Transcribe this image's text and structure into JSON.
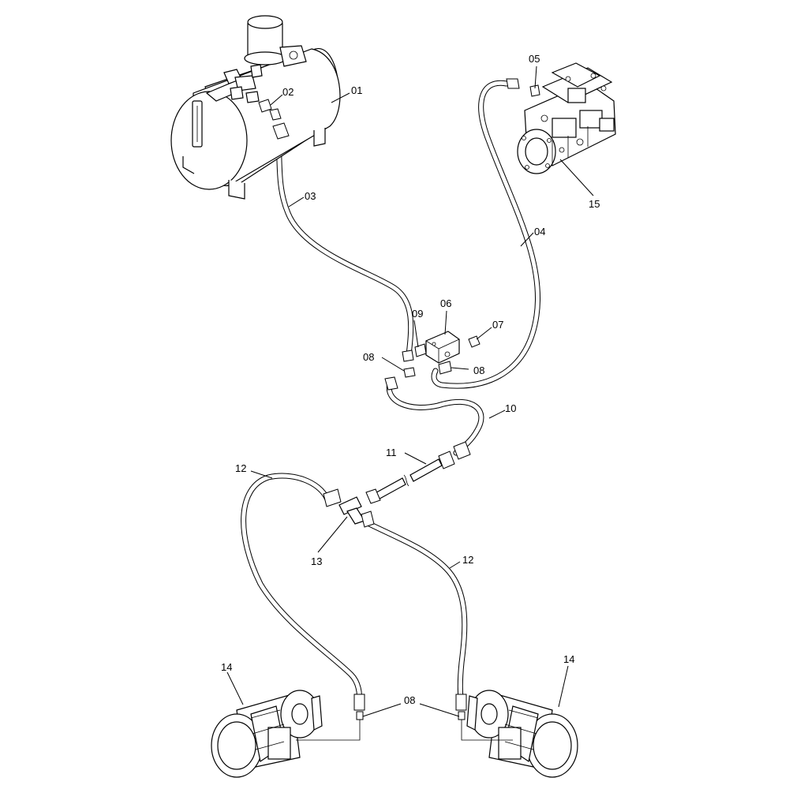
{
  "diagram": {
    "part_labels": {
      "p01": "01",
      "p02": "02",
      "p03": "03",
      "p04": "04",
      "p05": "05",
      "p06": "06",
      "p07": "07",
      "p08_left": "08",
      "p08_right": "08",
      "p08_bottom": "08",
      "p09": "09",
      "p10": "10",
      "p11": "11",
      "p12_left": "12",
      "p12_right": "12",
      "p13": "13",
      "p14_left": "14",
      "p14_right": "14",
      "p15": "15"
    }
  }
}
